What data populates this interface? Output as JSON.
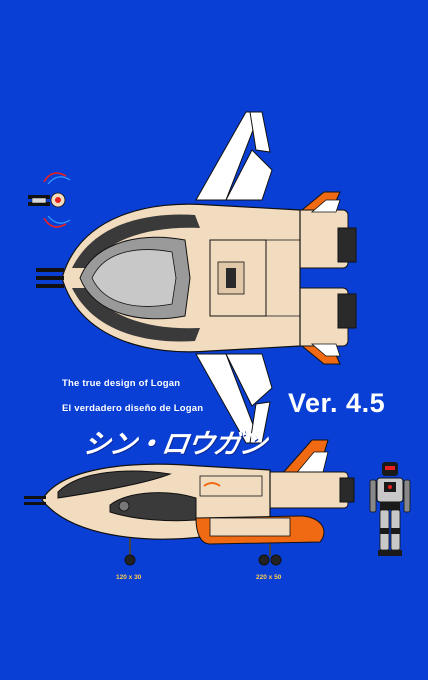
{
  "text": {
    "caption_en": "The true design of Logan",
    "caption_es": "El verdadero diseño de Logan",
    "logo_jp": "シン・ロウガン",
    "logo_sub": "V3c",
    "version": "Ver. 4.5",
    "dimension_left": "120 x 30",
    "dimension_right": "220 x 50"
  },
  "colors": {
    "background": "#0a3fd6",
    "hull": "#f2dcc0",
    "accent_orange": "#ef6a12",
    "canopy": "#3a3a3a",
    "wing": "#ffffff",
    "outline": "#111111",
    "dimension_text": "#ffcf4a"
  },
  "icons": {
    "top_craft": "spaceship-top-view-icon",
    "side_craft": "spaceship-side-view-icon",
    "robot": "robot-figure-icon",
    "insignia": "insignia-icon"
  }
}
